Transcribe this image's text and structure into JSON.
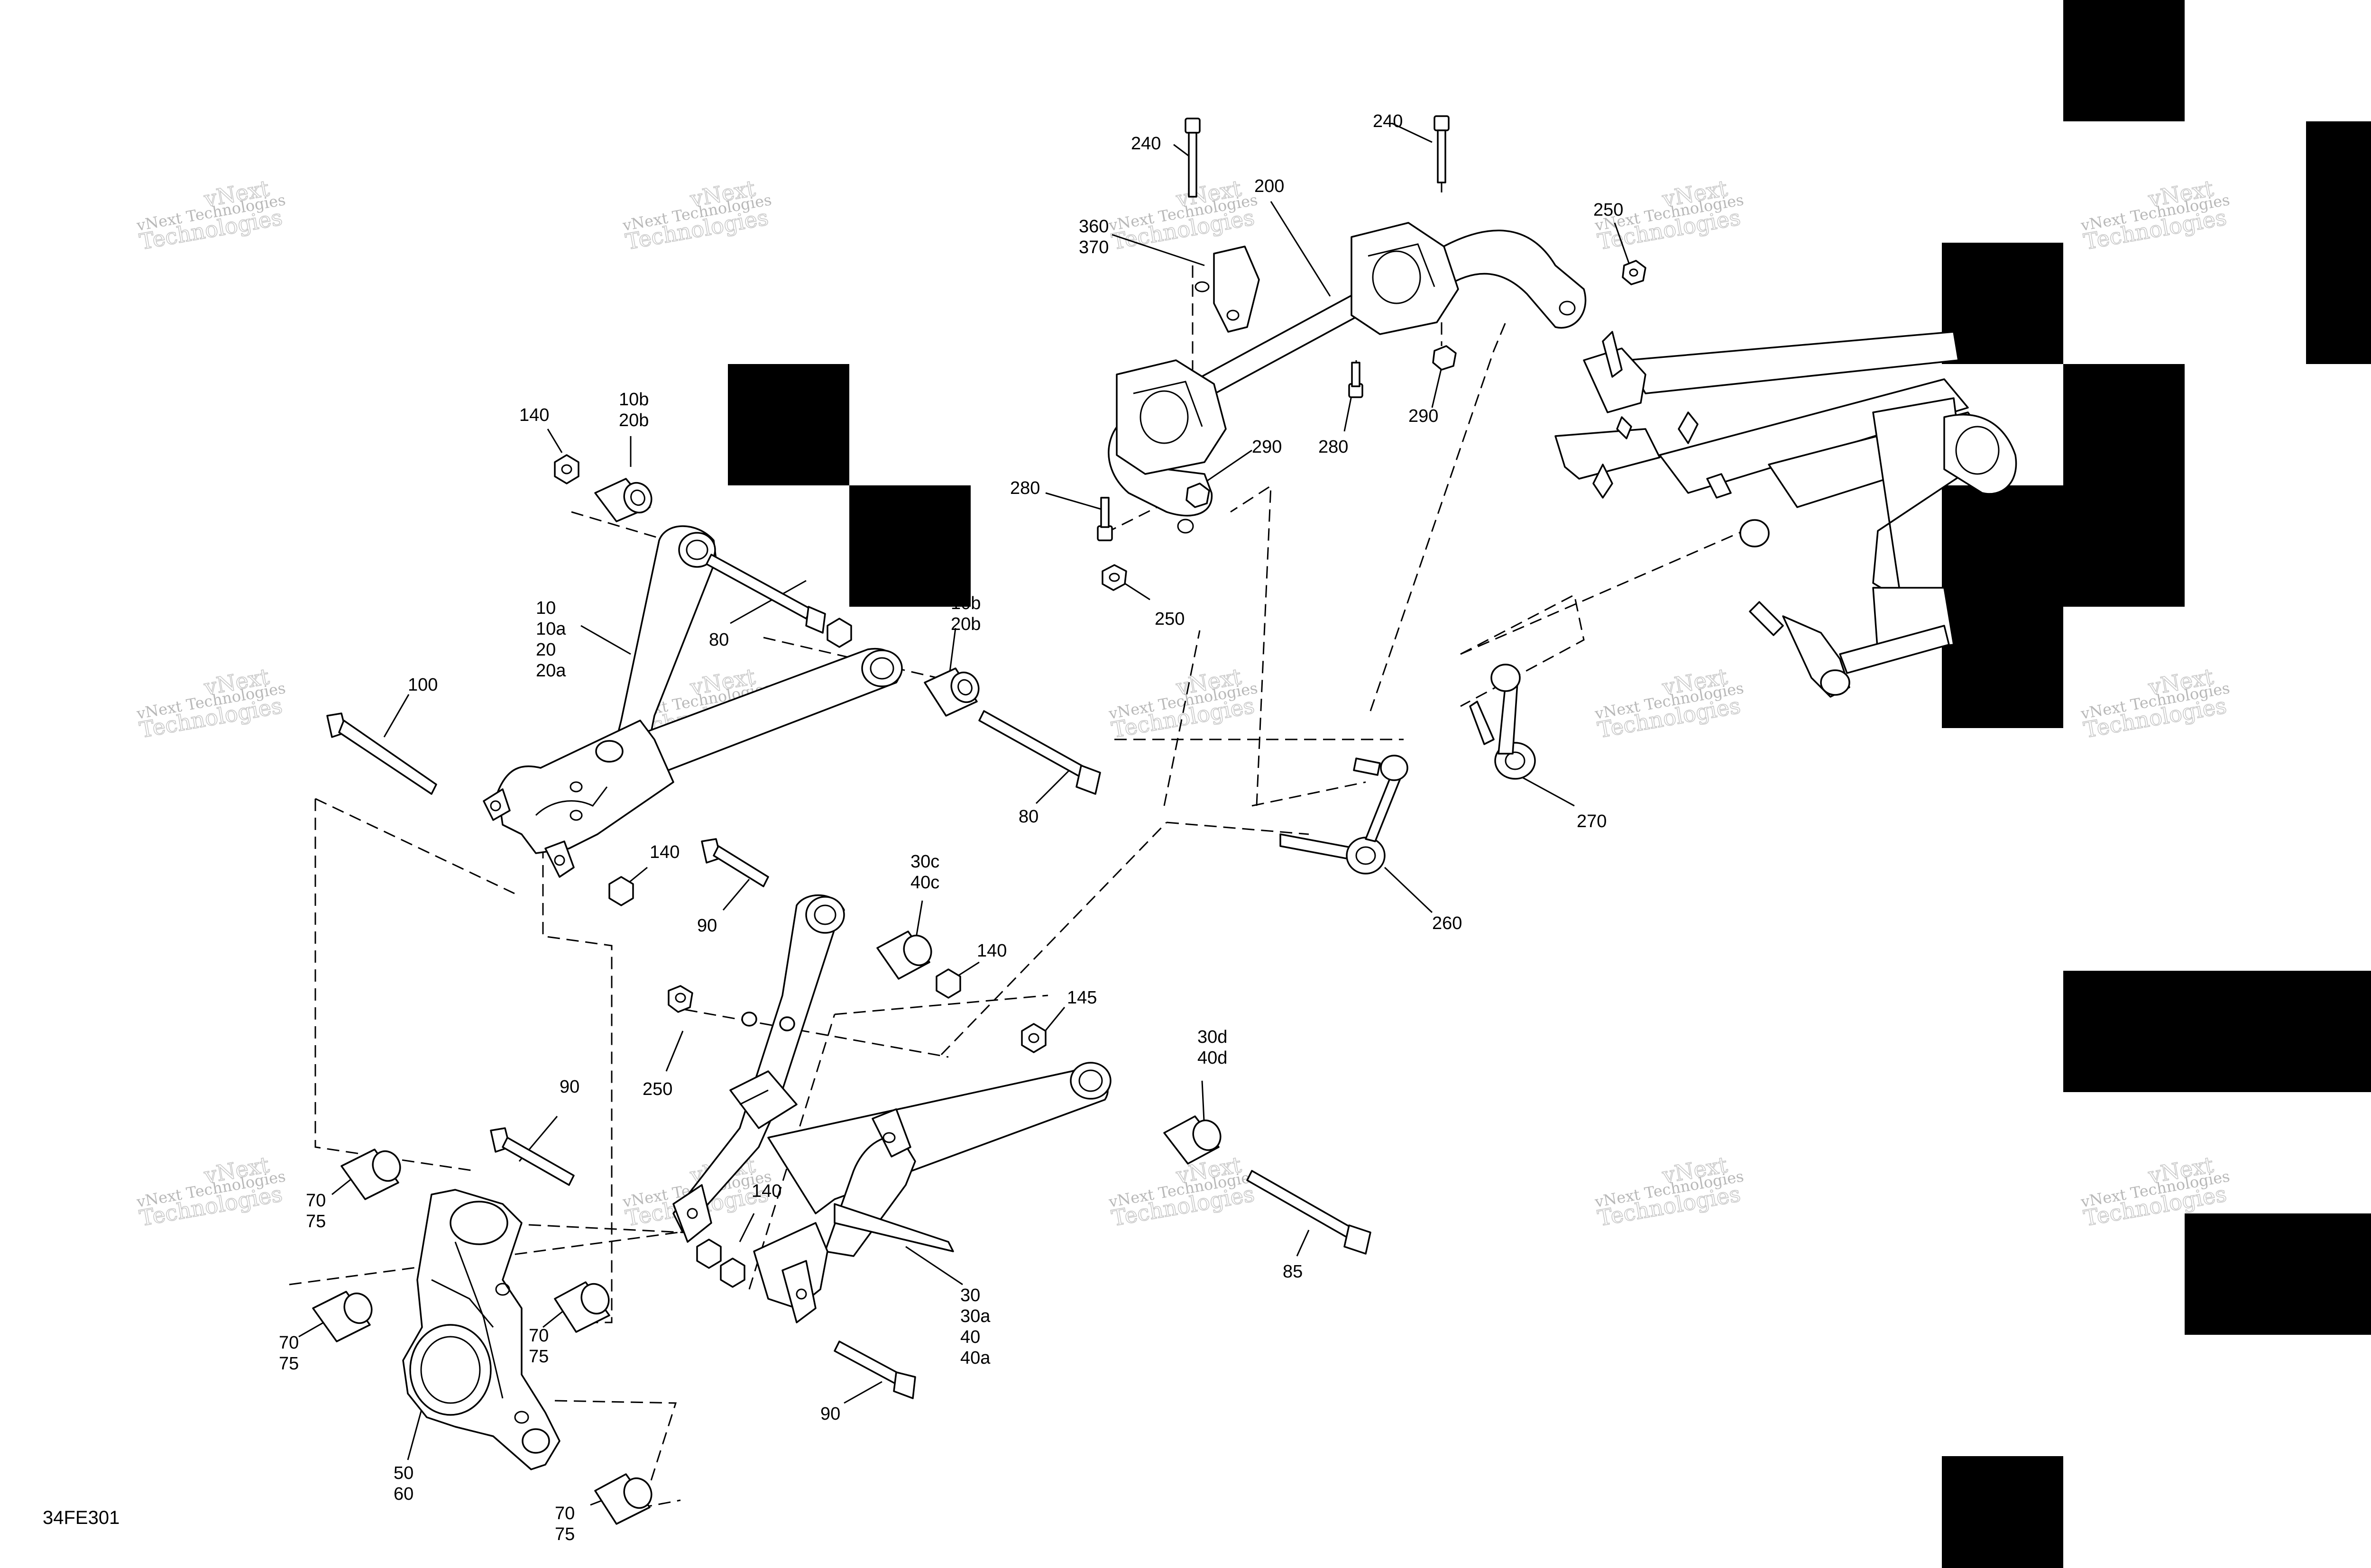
{
  "figure_code": "34FE301",
  "watermark": {
    "line1": "vNext Technologies",
    "line2": "vNext",
    "line3": "Technologies"
  },
  "callouts": [
    {
      "id": "c-240-a",
      "lines": [
        "240"
      ]
    },
    {
      "id": "c-240-b",
      "lines": [
        "240"
      ]
    },
    {
      "id": "c-200",
      "lines": [
        "200"
      ]
    },
    {
      "id": "c-360",
      "lines": [
        "360",
        "370"
      ]
    },
    {
      "id": "c-250-a",
      "lines": [
        "250"
      ]
    },
    {
      "id": "c-280-a",
      "lines": [
        "280"
      ]
    },
    {
      "id": "c-290-a",
      "lines": [
        "290"
      ]
    },
    {
      "id": "c-290-b",
      "lines": [
        "290"
      ]
    },
    {
      "id": "c-280-b",
      "lines": [
        "280"
      ]
    },
    {
      "id": "c-250-b",
      "lines": [
        "250"
      ]
    },
    {
      "id": "c-140-a",
      "lines": [
        "140"
      ]
    },
    {
      "id": "c-10b-a",
      "lines": [
        "10b",
        "20b"
      ]
    },
    {
      "id": "c-10",
      "lines": [
        "10",
        "10a",
        "20",
        "20a"
      ]
    },
    {
      "id": "c-80-a",
      "lines": [
        "80"
      ]
    },
    {
      "id": "c-10b-b",
      "lines": [
        "10b",
        "20b"
      ]
    },
    {
      "id": "c-100",
      "lines": [
        "100"
      ]
    },
    {
      "id": "c-80-b",
      "lines": [
        "80"
      ]
    },
    {
      "id": "c-140-b",
      "lines": [
        "140"
      ]
    },
    {
      "id": "c-90-a",
      "lines": [
        "90"
      ]
    },
    {
      "id": "c-30c",
      "lines": [
        "30c",
        "40c"
      ]
    },
    {
      "id": "c-140-c",
      "lines": [
        "140"
      ]
    },
    {
      "id": "c-145",
      "lines": [
        "145"
      ]
    },
    {
      "id": "c-30d",
      "lines": [
        "30d",
        "40d"
      ]
    },
    {
      "id": "c-250-c",
      "lines": [
        "250"
      ]
    },
    {
      "id": "c-90-b",
      "lines": [
        "90"
      ]
    },
    {
      "id": "c-140-d",
      "lines": [
        "140"
      ]
    },
    {
      "id": "c-70-a",
      "lines": [
        "70",
        "75"
      ]
    },
    {
      "id": "c-70-b",
      "lines": [
        "70",
        "75"
      ]
    },
    {
      "id": "c-70-c",
      "lines": [
        "70",
        "75"
      ]
    },
    {
      "id": "c-70-d",
      "lines": [
        "70",
        "75"
      ]
    },
    {
      "id": "c-50",
      "lines": [
        "50",
        "60"
      ]
    },
    {
      "id": "c-30",
      "lines": [
        "30",
        "30a",
        "40",
        "40a"
      ]
    },
    {
      "id": "c-85",
      "lines": [
        "85"
      ]
    },
    {
      "id": "c-90-c",
      "lines": [
        "90"
      ]
    },
    {
      "id": "c-260",
      "lines": [
        "260"
      ]
    },
    {
      "id": "c-270",
      "lines": [
        "270"
      ]
    }
  ]
}
